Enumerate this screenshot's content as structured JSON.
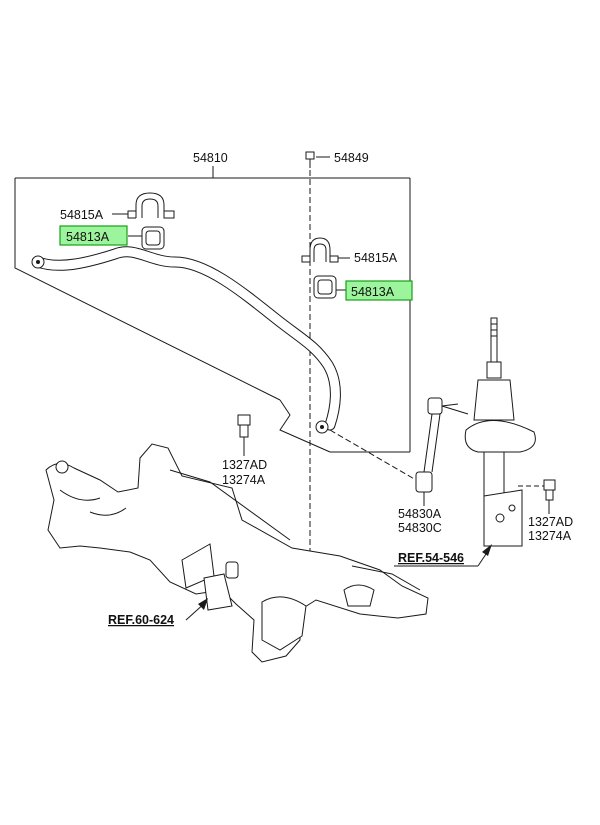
{
  "labels": {
    "stabilizer_bar_assy": "54810",
    "bolt": "54849",
    "bracket_left": "54815A",
    "bushing_left": "54813A",
    "bracket_right": "54815A",
    "bushing_right": "54813A",
    "nut_upper_1": "1327AD",
    "nut_upper_2": "13274A",
    "link_1": "54830A",
    "link_2": "54830C",
    "nut_strut_1": "1327AD",
    "nut_strut_2": "13274A",
    "ref_strut": "REF.54-546",
    "ref_subframe": "REF.60-624"
  },
  "highlight_color": "#9cf49c",
  "highlight_border": "#18a018"
}
